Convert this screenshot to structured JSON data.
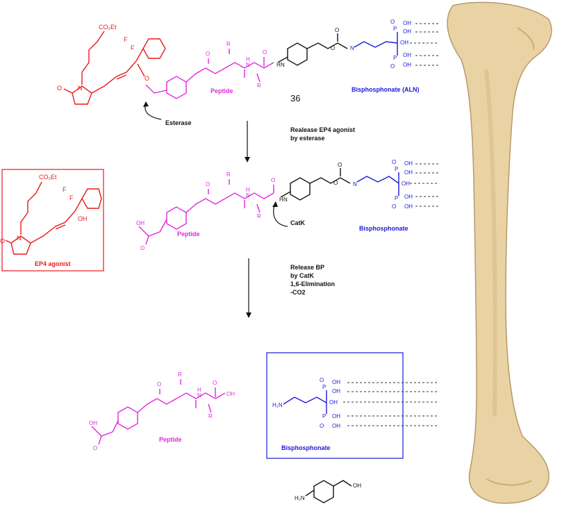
{
  "colors": {
    "ep4": "#e8191e",
    "peptide": "#e126dd",
    "bisphosphonate": "#1a1ad6",
    "linker": "#111111",
    "bone": "#e9d3a4",
    "bone_shadow": "#c9ad7a"
  },
  "labels": {
    "compound_number": "36",
    "peptide_1": "Peptide",
    "peptide_2": "Peptide",
    "peptide_3": "Peptide",
    "bp_aln": "Bisphosphonate (ALN)",
    "bp_2": "Bisphosphonate",
    "bp_3": "Bisphosphonate",
    "ep4_box": "EP4 agonist",
    "esterase": "Esterase",
    "catk": "CatK"
  },
  "steps": {
    "step1_line1": "Realease EP4 agonist",
    "step1_line2": "by esterase",
    "step2_line1": "Release BP",
    "step2_line2": "by CatK",
    "step2_line3": "1,6-Elimination",
    "step2_line4": "-CO2"
  },
  "atoms": {
    "co2et": "CO₂Et",
    "F": "F",
    "N": "N",
    "O": "O",
    "OH": "OH",
    "H": "H",
    "R": "R",
    "P": "P",
    "NH": "N",
    "H2N": "H₂N"
  }
}
